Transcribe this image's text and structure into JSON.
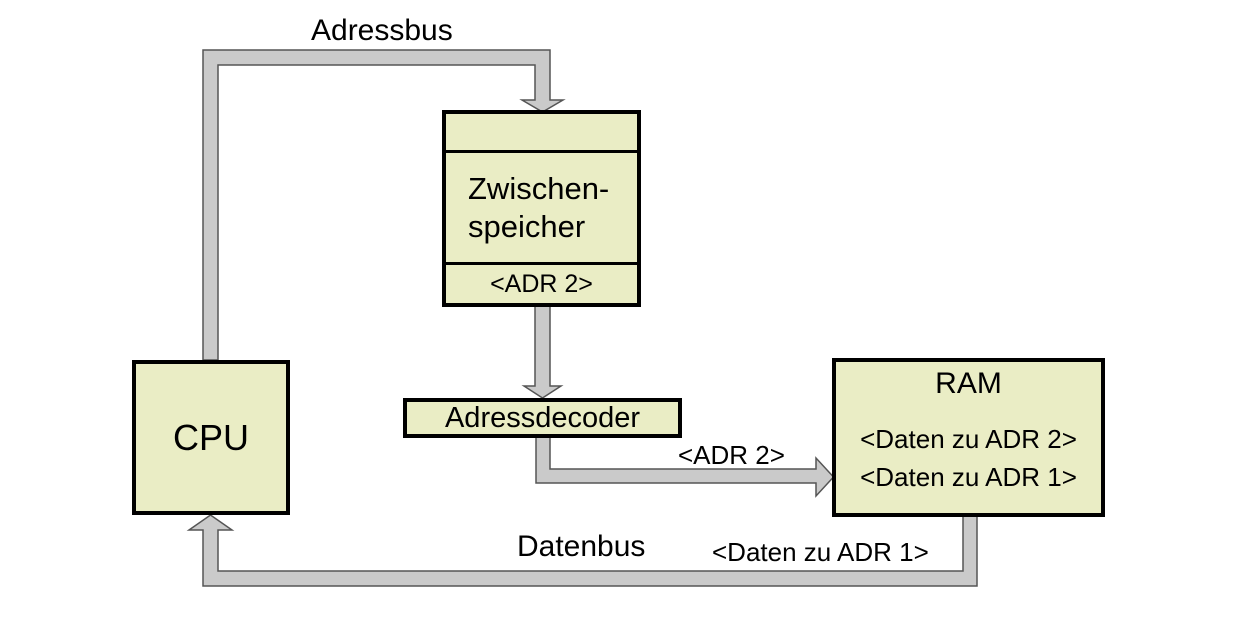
{
  "nodes": {
    "zwischenspeicher": {
      "label_line1": "Zwischen-",
      "label_line2": "speicher",
      "address_slot": "<ADR 2>"
    },
    "cpu": {
      "label": "CPU"
    },
    "adressdecoder": {
      "label": "Adressdecoder"
    },
    "ram": {
      "label": "RAM",
      "entries": [
        "<Daten zu ADR 2>",
        "<Daten zu ADR 1>"
      ]
    }
  },
  "bus_labels": {
    "adressbus": "Adressbus",
    "adr2": "<ADR 2>",
    "datenbus": "Datenbus",
    "daten_zu_adr1": "<Daten zu ADR 1>"
  },
  "colors": {
    "background": "#ffffff",
    "text": "#000000",
    "box_fill": "#eaedc5",
    "box_border": "#000000",
    "bus_fill": "#cacaca",
    "bus_border": "#555555"
  }
}
